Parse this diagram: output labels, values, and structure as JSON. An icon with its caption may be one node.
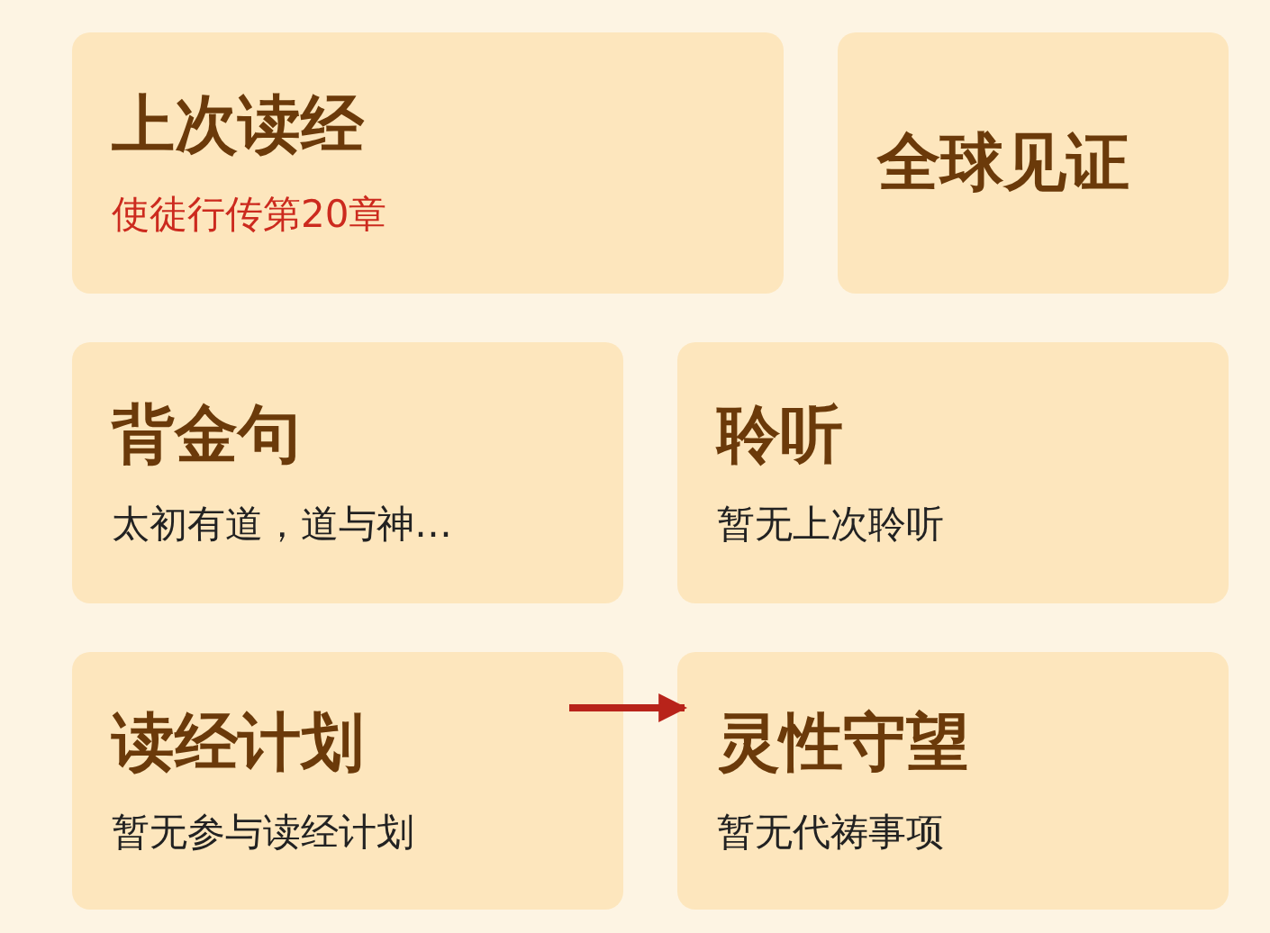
{
  "diagram": {
    "nodes": [
      {
        "text": [
          "上次读经",
          "使徒行传第20章"
        ]
      },
      {
        "text": [
          "全球见证"
        ]
      },
      {
        "text": [
          "背金句",
          "太初有道，道与神…"
        ]
      },
      {
        "text": [
          "聆听",
          "暂无上次聆听"
        ]
      },
      {
        "text": [
          "读经计划",
          "暂无参与读经计划"
        ]
      },
      {
        "text": [
          "灵性守望",
          "暂无代祷事项"
        ]
      }
    ],
    "edges": [
      {
        "from": 4,
        "to": 5,
        "arrow": "to"
      }
    ]
  }
}
